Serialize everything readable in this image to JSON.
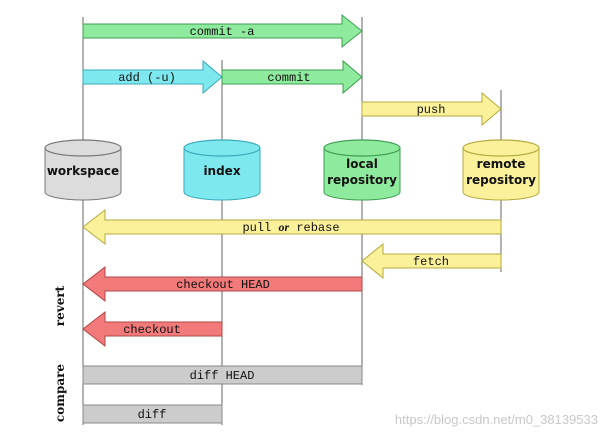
{
  "stores": [
    {
      "id": "workspace",
      "label_lines": [
        "workspace"
      ],
      "color": "#dcdcdc",
      "stroke": "#777777"
    },
    {
      "id": "index",
      "label_lines": [
        "index"
      ],
      "color": "#7ee8ef",
      "stroke": "#3aaab8"
    },
    {
      "id": "local",
      "label_lines": [
        "local",
        "repository"
      ],
      "color": "#8eea9c",
      "stroke": "#3f9e53"
    },
    {
      "id": "remote",
      "label_lines": [
        "remote",
        "repository"
      ],
      "color": "#fbf19a",
      "stroke": "#b5a93e"
    }
  ],
  "arrows": {
    "commit_a": {
      "label": "commit -a",
      "color": "#8eea9c",
      "stroke": "#3f9e53",
      "from": "workspace",
      "to": "local"
    },
    "add": {
      "label": "add (-u)",
      "color": "#7ee8ef",
      "stroke": "#3aaab8",
      "from": "workspace",
      "to": "index"
    },
    "commit": {
      "label": "commit",
      "color": "#8eea9c",
      "stroke": "#3f9e53",
      "from": "index",
      "to": "local"
    },
    "push": {
      "label": "push",
      "color": "#fbf19a",
      "stroke": "#b5a93e",
      "from": "local",
      "to": "remote"
    },
    "pull": {
      "label_prefix": "pull ",
      "label_italic": "or",
      "label_suffix": " rebase",
      "color": "#fbf19a",
      "stroke": "#b5a93e",
      "from": "remote",
      "to": "workspace"
    },
    "fetch": {
      "label": "fetch",
      "color": "#fbf19a",
      "stroke": "#b5a93e",
      "from": "remote",
      "to": "local"
    },
    "checkout_head": {
      "label": "checkout HEAD",
      "color": "#f27a7a",
      "stroke": "#b04545",
      "from": "local",
      "to": "workspace"
    },
    "checkout": {
      "label": "checkout",
      "color": "#f27a7a",
      "stroke": "#b04545",
      "from": "index",
      "to": "workspace"
    }
  },
  "bars": {
    "diff_head": {
      "label": "diff HEAD",
      "color": "#cccccc",
      "stroke": "#888888",
      "from": "workspace",
      "to": "local"
    },
    "diff": {
      "label": "diff",
      "color": "#cccccc",
      "stroke": "#888888",
      "from": "workspace",
      "to": "index"
    }
  },
  "sections": {
    "revert": "revert",
    "compare": "compare"
  },
  "watermark": "https://blog.csdn.net/m0_38139533"
}
